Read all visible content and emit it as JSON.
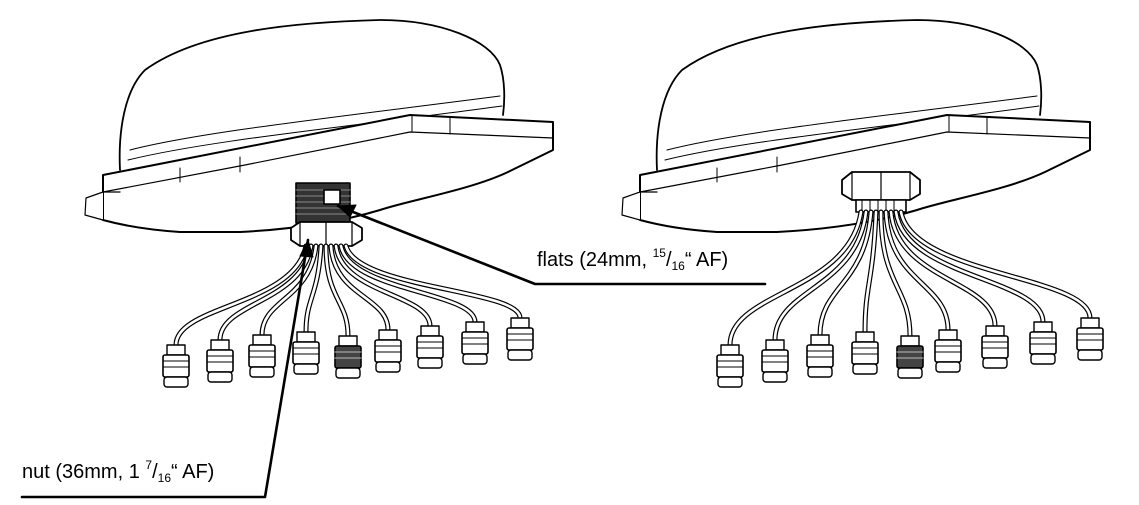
{
  "labels": {
    "flats": {
      "before": "flats (24mm, ",
      "frac_num": "15",
      "slash": "/",
      "frac_den": "16",
      "after": "“ AF)"
    },
    "nut": {
      "before": "nut (36mm, 1 ",
      "frac_num": "7",
      "slash": "/",
      "frac_den": "16",
      "after": "“ AF)"
    }
  }
}
